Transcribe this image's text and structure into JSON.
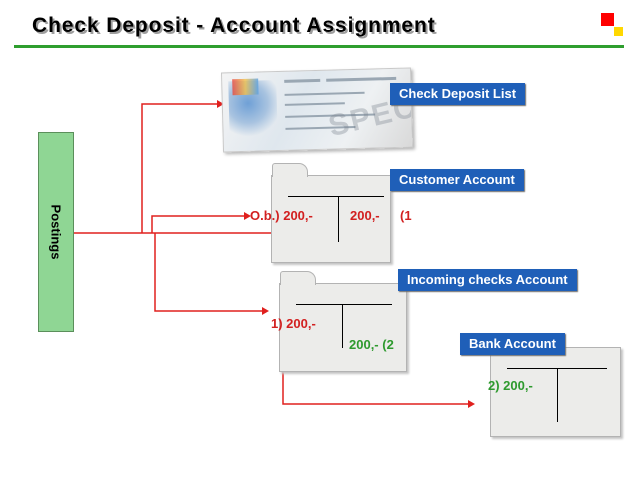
{
  "title": "Check Deposit - Account Assignment",
  "postings_label": "Postings",
  "check": {
    "watermark": "SPECIMEN"
  },
  "labels": {
    "check_deposit_list": "Check Deposit List",
    "customer_account": "Customer Account",
    "incoming_checks_account": "Incoming checks Account",
    "bank_account": "Bank Account"
  },
  "entries": {
    "customer_debit": "O.b.) 200,-",
    "customer_credit": "200,-",
    "customer_ref": "(1",
    "incoming_debit": "1) 200,-",
    "incoming_credit": "200,- (2",
    "bank_debit": "2) 200,-"
  },
  "colors": {
    "title_rule": "#2e9e2e",
    "label_bg": "#1f5fb8",
    "connector": "#e0201e",
    "amount_red": "#d22020",
    "amount_green": "#2e9a2e",
    "postings_bg": "#8fd694"
  }
}
